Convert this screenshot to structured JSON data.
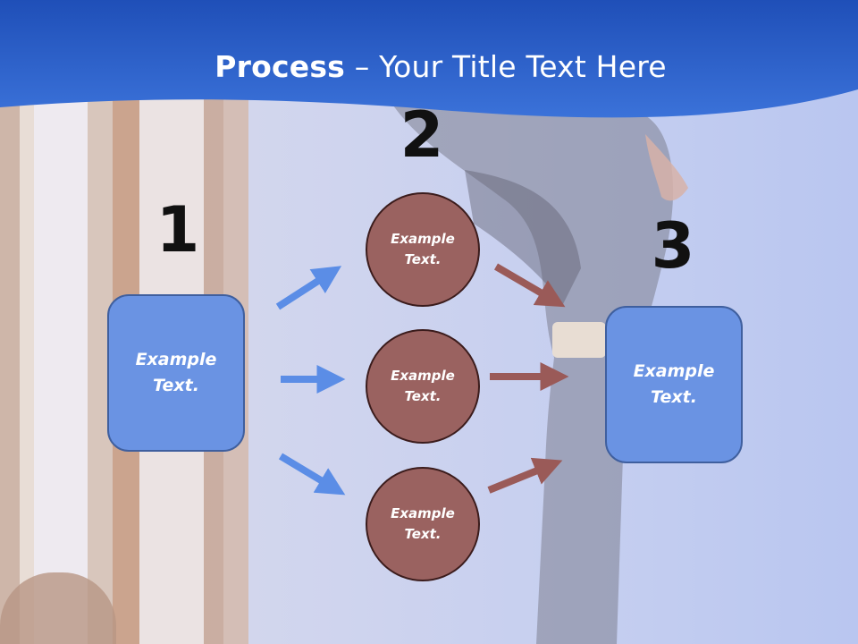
{
  "slide": {
    "title_bold": "Process",
    "title_rest": " – Your Title Text Here"
  },
  "steps": [
    {
      "number": "1",
      "text": "Example Text."
    },
    {
      "number": "2",
      "items": [
        "Example Text.",
        "Example Text.",
        "Example Text."
      ]
    },
    {
      "number": "3",
      "text": "Example Text."
    }
  ],
  "colors": {
    "header": "#2f62c8",
    "box_fill": "#6a93e3",
    "circle_fill": "#9a6260",
    "arrow_in": "#5b8de6",
    "arrow_out": "#9a5a58"
  }
}
